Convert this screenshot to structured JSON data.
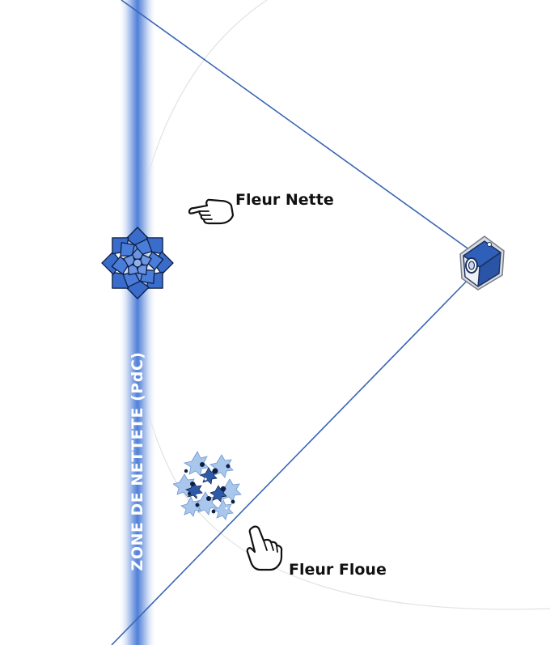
{
  "zone": {
    "label": "ZONE DE NETTETE (PdC)"
  },
  "labels": {
    "sharp": "Fleur Nette",
    "blurry": "Fleur Floue"
  },
  "icons": {
    "camera": "camera-icon",
    "sharp_pointer": "pointing-hand-icon",
    "blurry_pointer": "pointing-hand-icon",
    "sharp_flower": "succulent-flower-icon",
    "blurry_flower": "blurred-flower-icon"
  },
  "colors": {
    "band": "#4f7fd8",
    "lines": "#3a66b4",
    "flower_sharp": "#3a6ccc",
    "flower_blur": "#8fb4e3"
  }
}
